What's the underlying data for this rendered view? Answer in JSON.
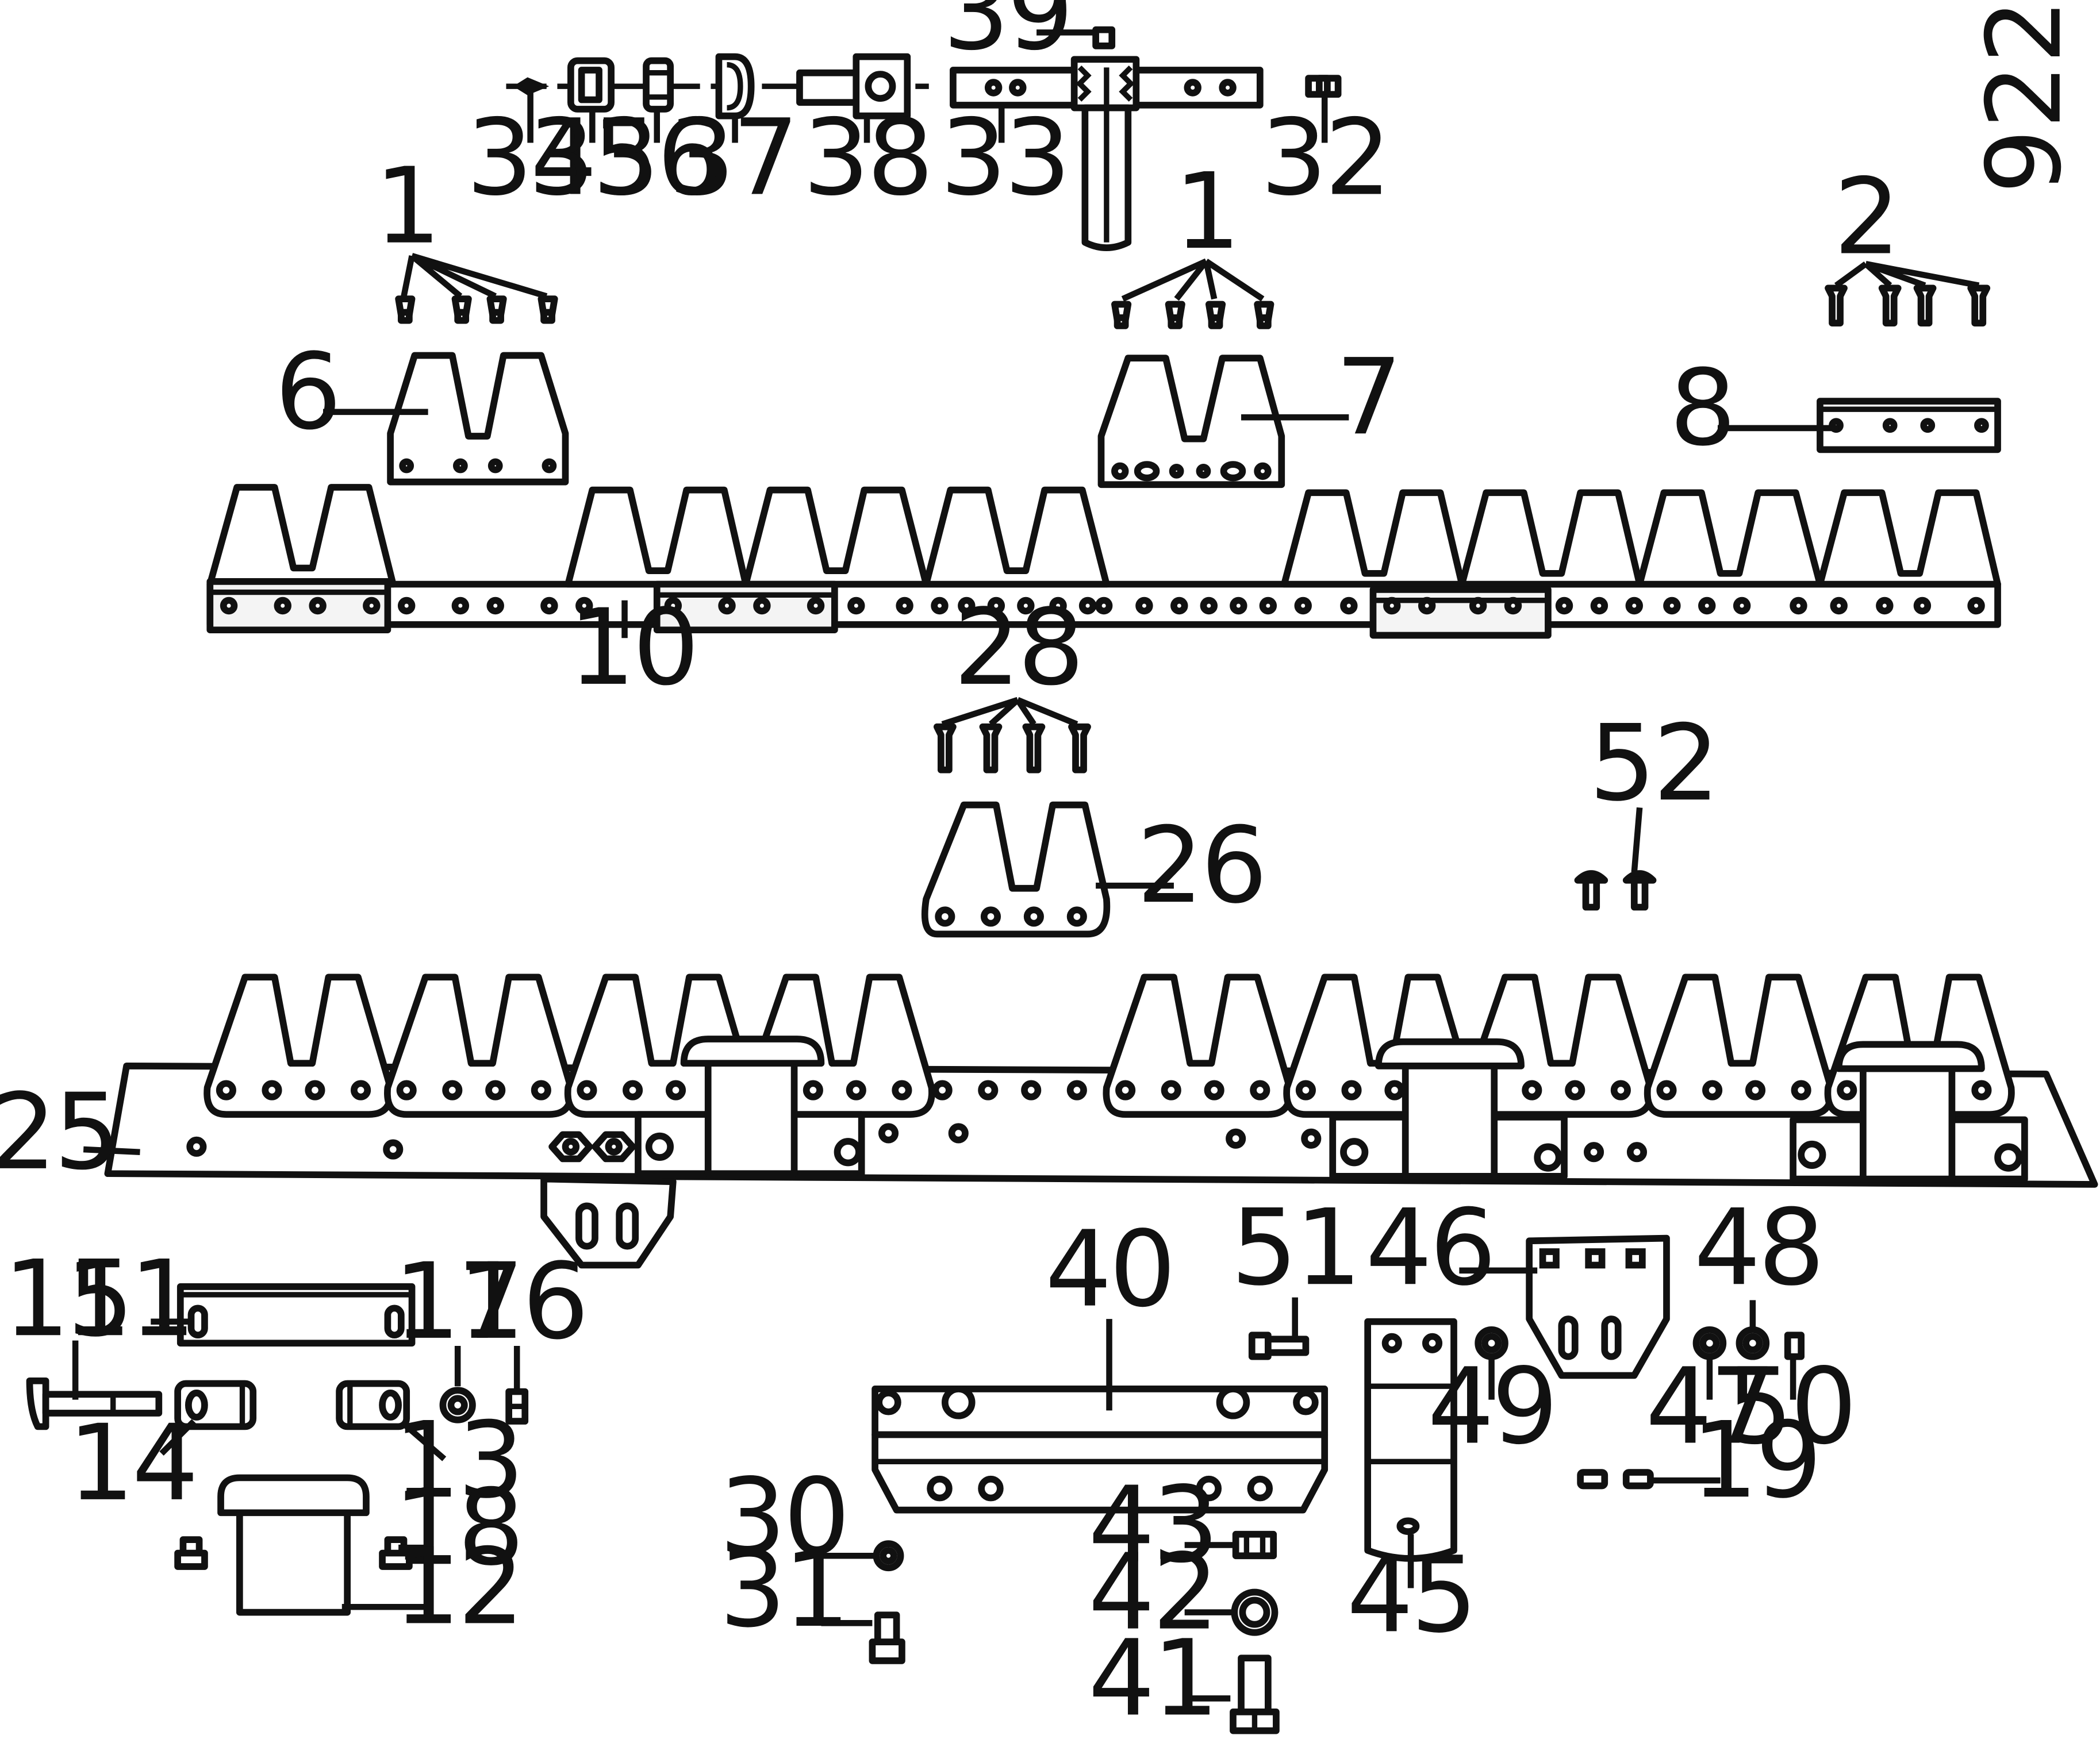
{
  "drawing_id": "9228_1",
  "callouts": {
    "c1": "1",
    "c2": "2",
    "c6": "6",
    "c7": "7",
    "c8": "8",
    "c10": "10",
    "c11": "11",
    "c12": "12",
    "c13": "13",
    "c14": "14",
    "c15": "15",
    "c16": "16",
    "c17": "17",
    "c18": "18",
    "c19": "19",
    "c25": "25",
    "c26": "26",
    "c28": "28",
    "c30": "30",
    "c31": "31",
    "c32": "32",
    "c33": "33",
    "c34": "34",
    "c35": "35",
    "c36": "36",
    "c37": "37",
    "c38": "38",
    "c39": "39",
    "c40": "40",
    "c41": "41",
    "c42": "42",
    "c43": "43",
    "c45": "45",
    "c46": "46",
    "c47": "47",
    "c48": "48",
    "c49": "49",
    "c50": "50",
    "c51": "51",
    "c52": "52"
  }
}
